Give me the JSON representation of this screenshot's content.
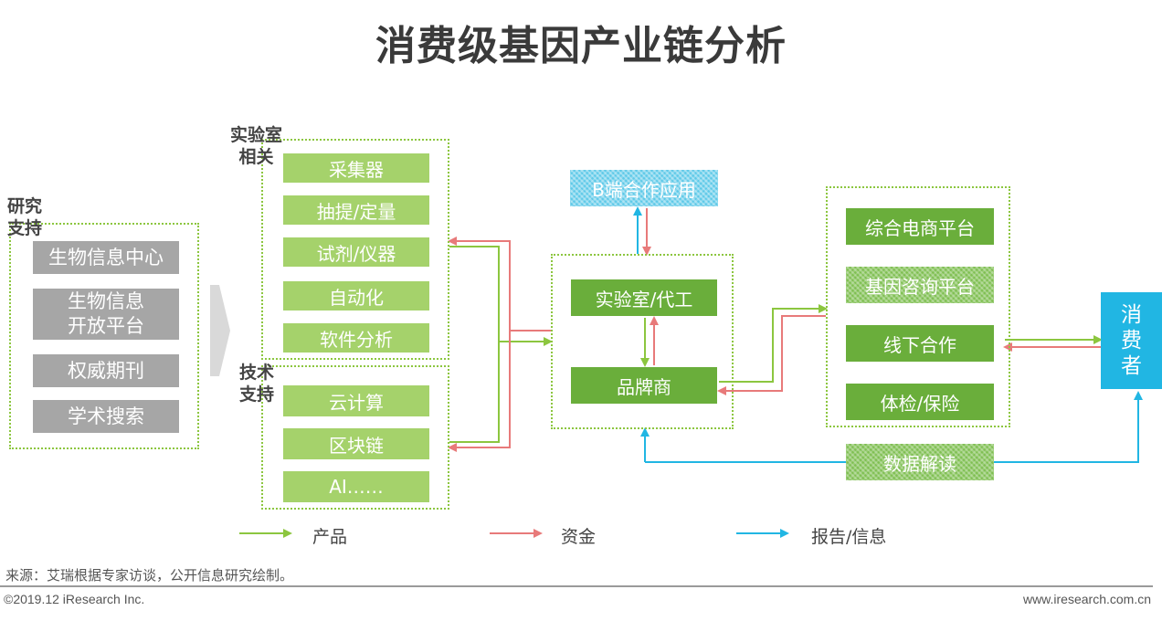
{
  "title": "消费级基因产业链分析",
  "research": {
    "label": "研究\n支持",
    "items": [
      "生物信息中心",
      "生物信息\n开放平台",
      "权威期刊",
      "学术搜索"
    ]
  },
  "lab": {
    "label": "实验室\n相关",
    "items": [
      "采集器",
      "抽提/定量",
      "试剂/仪器",
      "自动化",
      "软件分析"
    ]
  },
  "tech": {
    "label": "技术\n支持",
    "items": [
      "云计算",
      "区块链",
      "AI……"
    ]
  },
  "center": {
    "b_end": "B端合作应用",
    "lab_oem": "实验室/代工",
    "brand": "品牌商"
  },
  "channels": {
    "items": [
      "综合电商平台",
      "基因咨询平台",
      "线下合作",
      "体检/保险"
    ]
  },
  "data_interpret": "数据解读",
  "consumer": "消\n费\n者",
  "legend": {
    "product": "产品",
    "funds": "资金",
    "report": "报告/信息"
  },
  "colors": {
    "product": "#8cc63f",
    "funds": "#e87a7a",
    "report": "#21b6e3",
    "dark_green": "#6aae3b",
    "gray": "#a6a6a6"
  },
  "footer": {
    "source": "来源：艾瑞根据专家访谈，公开信息研究绘制。",
    "copyright": "©2019.12 iResearch Inc.",
    "website": "www.iresearch.com.cn"
  }
}
